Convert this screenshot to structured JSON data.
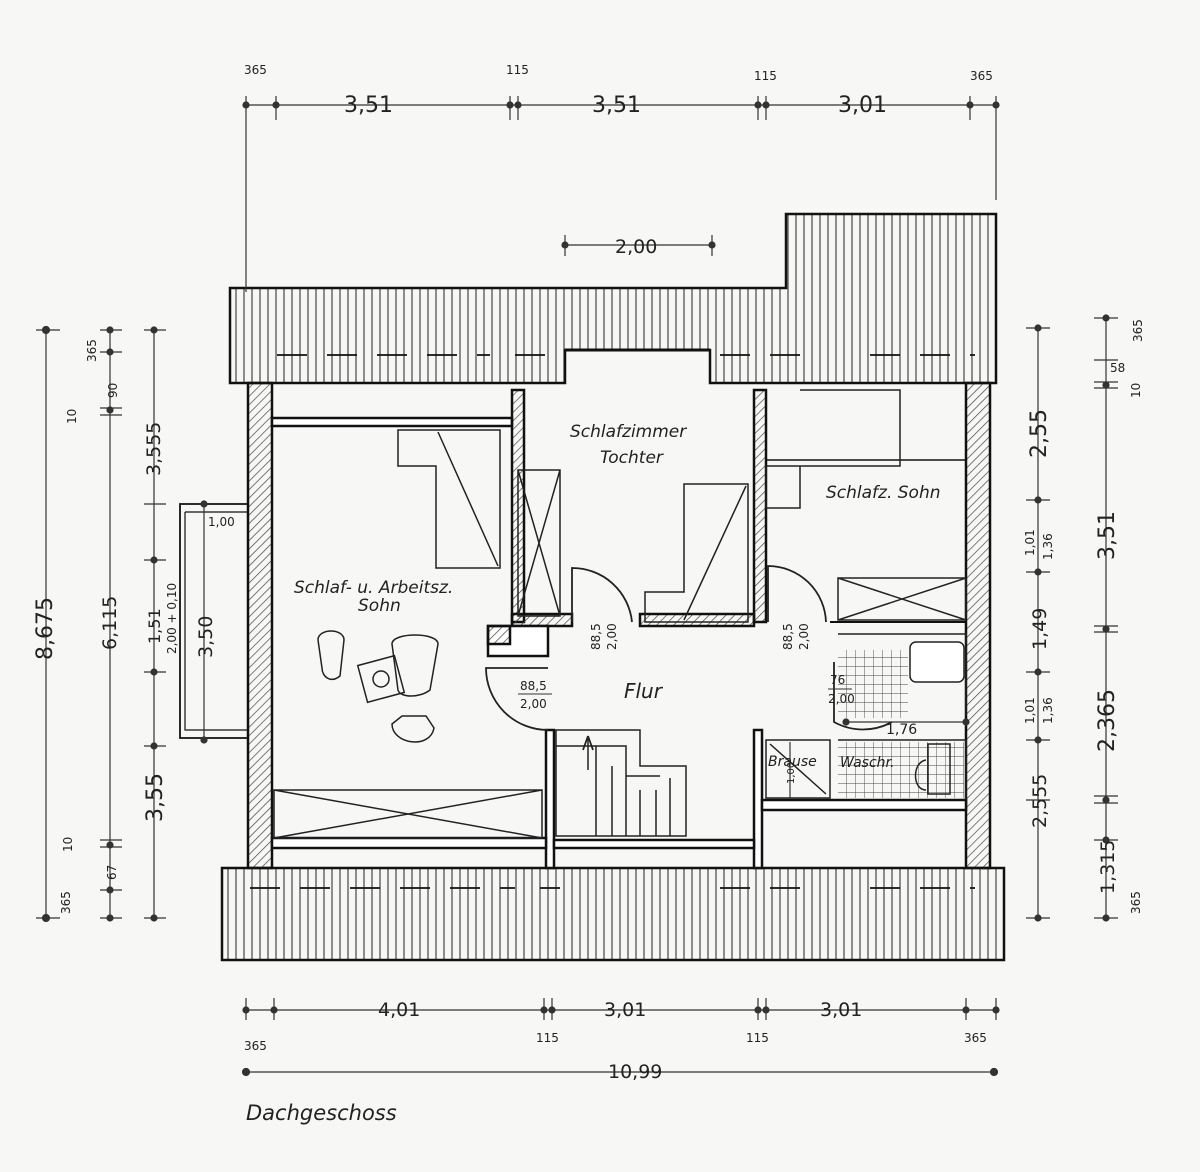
{
  "title": "Dachgeschoss",
  "rooms": {
    "tochter_1": "Schlafzimmer",
    "tochter_2": "Tochter",
    "sohn": "Schlafz. Sohn",
    "arbeit_1": "Schlaf- u. Arbeitsz.",
    "arbeit_2": "Sohn",
    "flur": "Flur",
    "brause": "Brause",
    "waschr": "Waschr."
  },
  "dims_top": {
    "w365a": "365",
    "a": "3,51",
    "w115a": "115",
    "b": "3,51",
    "w115b": "115",
    "c": "3,01",
    "w365b": "365",
    "gable": "2,00"
  },
  "dims_bottom": {
    "w365a": "365",
    "a": "4,01",
    "w115a": "115",
    "b": "3,01",
    "w115b": "115",
    "c": "3,01",
    "w365b": "365",
    "total": "10,99"
  },
  "dims_left": {
    "d365a": "365",
    "d90": "90",
    "d10a": "10",
    "d3555": "3,555",
    "d8675": "8,675",
    "d6115": "6,115",
    "d151": "1,51",
    "d350": "3,50",
    "d200": "2,00 + 0,10",
    "d100": "1,00",
    "d355": "3,55",
    "d10b": "10",
    "d67": "67",
    "d365b": "365"
  },
  "dims_right": {
    "d365a": "365",
    "d58": "58",
    "d10a": "10",
    "d255": "2,55",
    "d351": "3,51",
    "d101a": "1,01",
    "d136a": "1,36",
    "d149": "1,49",
    "d101b": "1,01",
    "d136b": "1,36",
    "d2365": "2,365",
    "d2555": "2,555",
    "d1315": "1,315",
    "d365b": "365"
  },
  "openings": {
    "door1_a": "88,5",
    "door1_b": "2,00",
    "door2_a": "88,5",
    "door2_b": "2,00",
    "door3_a": "88,5",
    "door3_b": "2,00",
    "door4_a": "76",
    "door4_b": "2,00",
    "bath_w": "1,76",
    "shower": "1,00"
  }
}
